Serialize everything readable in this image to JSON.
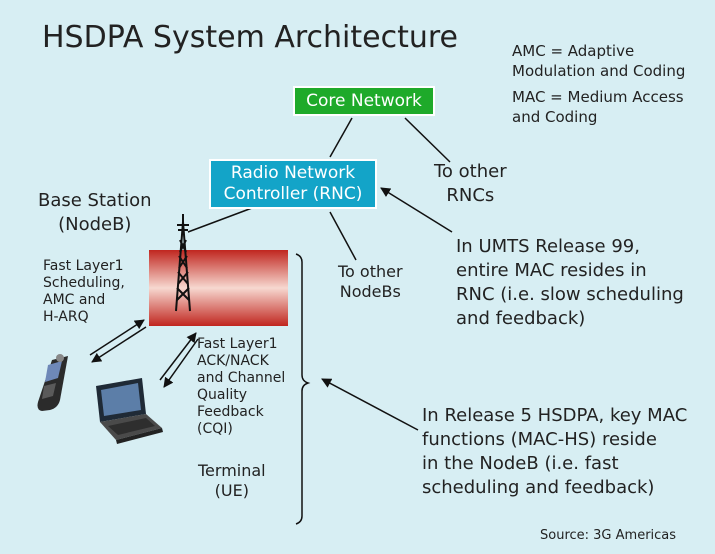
{
  "title": "HSDPA System Architecture",
  "legend": {
    "amc": "AMC = Adaptive\nModulation and Coding",
    "mac": "MAC = Medium Access\nand Coding"
  },
  "nodes": {
    "core_network": "Core Network",
    "rnc": "Radio Network\nController (RNC)"
  },
  "labels": {
    "to_other_rncs": "To other\nRNCs",
    "base_station": "Base Station\n(NodeB)",
    "to_other_nodebs": "To other\nNodeBs",
    "fast_layer1_scheduling": "Fast Layer1\nScheduling,\nAMC and\nH-ARQ",
    "fast_layer1_ack": "Fast Layer1\nACK/NACK\nand Channel\nQuality\nFeedback\n(CQI)",
    "terminal": "Terminal\n(UE)"
  },
  "annotations": {
    "release99": "In UMTS Release 99,\nentire MAC resides in\nRNC (i.e. slow scheduling\nand feedback)",
    "release5": "In Release 5 HSDPA, key MAC\nfunctions (MAC-HS) reside\nin the NodeB (i.e. fast\nscheduling and feedback)"
  },
  "source": "Source: 3G Americas",
  "colors": {
    "background": "#d7eef3",
    "core_network": "#1eaa2a",
    "rnc": "#13a4c8",
    "nodeb_top": "#f6d6cf",
    "nodeb_bottom": "#c0261f"
  }
}
